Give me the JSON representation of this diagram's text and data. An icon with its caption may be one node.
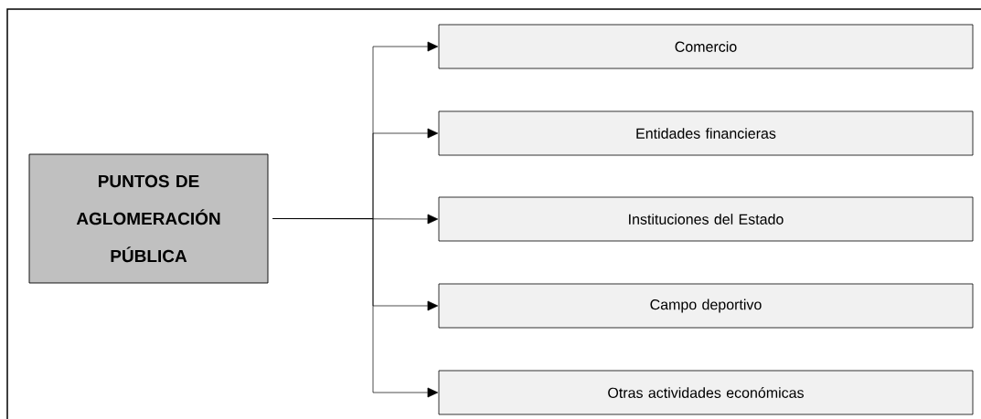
{
  "diagram": {
    "nodes": [
      {
        "text": [
          "PUNTOS DE AGLOMERACIÓN PÚBLICA"
        ]
      },
      {
        "text": [
          "Comercio"
        ]
      },
      {
        "text": [
          "Entidades financieras"
        ]
      },
      {
        "text": [
          "Instituciones del Estado"
        ]
      },
      {
        "text": [
          "Campo deportivo"
        ]
      },
      {
        "text": [
          "Otras actividades económicas"
        ]
      }
    ],
    "edges": [
      {
        "from": 0,
        "to": 1,
        "arrow": "to"
      },
      {
        "from": 0,
        "to": 2,
        "arrow": "to"
      },
      {
        "from": 0,
        "to": 3,
        "arrow": "to"
      },
      {
        "from": 0,
        "to": 4,
        "arrow": "to"
      },
      {
        "from": 0,
        "to": 5,
        "arrow": "to"
      }
    ]
  }
}
